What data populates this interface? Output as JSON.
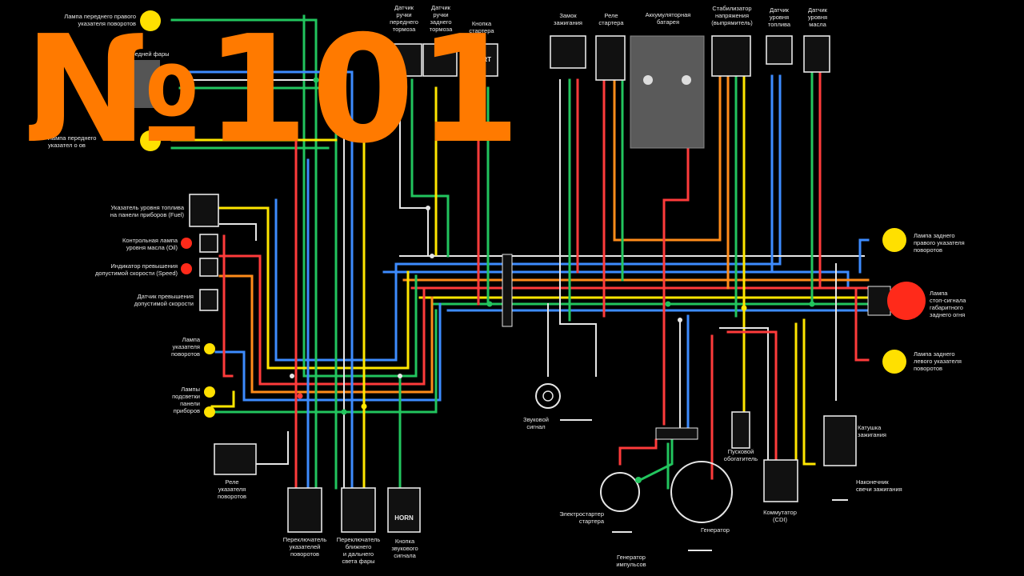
{
  "episode_number": "№101",
  "button_texts": {
    "start": "START",
    "horn": "HORN"
  },
  "colors": {
    "background": "#000000",
    "number_orange": "#ff7a00",
    "wire_blue": "#3d8bff",
    "wire_green": "#22c55e",
    "wire_yellow": "#ffe600",
    "wire_red": "#ff3b3b",
    "wire_orange": "#ff8c1a",
    "wire_white": "#e6e6e6",
    "lamp_yellow": "#ffe000",
    "lamp_red": "#ff2a1a"
  },
  "labels": {
    "front_right_turn_lamp": "Лампа переднего правого\nуказателя поворотов",
    "headlight_lamp": "а передней фары",
    "front_left_turn_lamp": "Лампа переднего\nуказател о    ов",
    "front_brake_sensor": "Датчик\nручки\nпереднего\nтормоза",
    "rear_brake_sensor": "Датчик\nручки\nзаднего\nтормоза",
    "starter_button": "Кнопка\nстартера",
    "ignition_lock": "Замок\nзажигания",
    "starter_relay": "Реле\nстартера",
    "battery": "Аккумуляторная\nбатарея",
    "voltage_regulator": "Стабилизатор\nнапряжения\n(выпрямитель)",
    "fuel_level_sensor": "Датчик\nуровня\nтоплива",
    "oil_level_sensor": "Датчик\nуровня\nмасла",
    "fuel_gauge": "Указатель уровня топлива\nна панели приборов (Fuel)",
    "oil_warning_lamp": "Контрольная лампа\nуровня масла (Oil)",
    "overspeed_indicator": "Индикатор превышения\nдопустимой скорости (Speed)",
    "overspeed_sensor": "Датчик превышения\nдопустимой скорости",
    "turn_indicator_lamp": "Лампа\nуказателя\nповоротов",
    "dash_lamps": "Лампы\nподсветки\nпанели\nприборов",
    "turn_relay": "Реле\nуказателя\nповоротов",
    "turn_switch": "Переключатель\nуказателей\nповоротов",
    "light_switch": "Переключатель\nближнего\nи дальнего\nсвета фары",
    "horn_button": "Кнопка\nзвукового\nсигнала",
    "horn": "Звуковой\nсигнал",
    "starter_motor": "Электростартер\nстартера",
    "pulse_generator": "Генератор\nимпульсов",
    "generator": "Генератор",
    "starter_coil": "Пусковой\nобогатитель",
    "cdi": "Коммутатор\n(CDI)",
    "ignition_coil": "Катушка\nзажигания",
    "spark_plug": "Наконечник\nсвечи зажигания",
    "rear_right_turn_lamp": "Лампа заднего\nправого указателя\nповоротов",
    "stop_lamp": "Лампа\nстоп-сигнала\nгабаритного\nзаднего огня",
    "rear_left_turn_lamp": "Лампа заднего\nлевого указателя\nповоротов"
  }
}
